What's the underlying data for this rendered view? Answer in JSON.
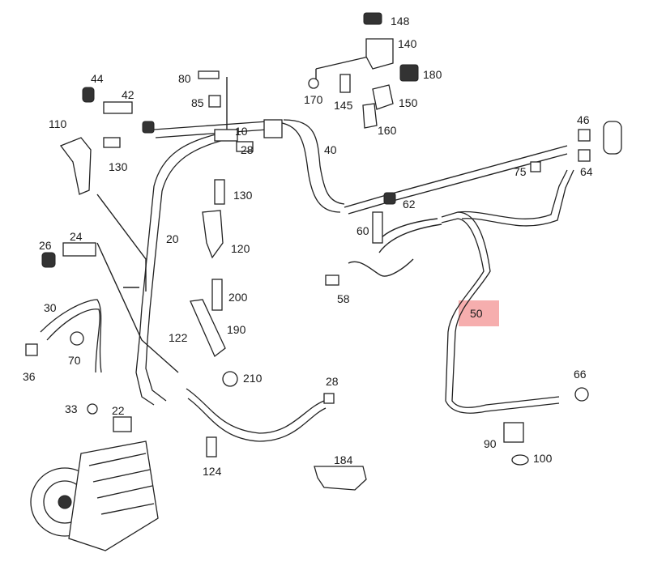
{
  "labels": {
    "l148": "148",
    "l140": "140",
    "l180": "180",
    "l170": "170",
    "l145": "145",
    "l150": "150",
    "l160": "160",
    "l80": "80",
    "l85": "85",
    "l44": "44",
    "l42": "42",
    "l110": "110",
    "l130a": "130",
    "l10": "10",
    "l28a": "28",
    "l40": "40",
    "l46": "46",
    "l75": "75",
    "l64": "64",
    "l130b": "130",
    "l62": "62",
    "l60": "60",
    "l26": "26",
    "l24": "24",
    "l20": "20",
    "l120": "120",
    "l58": "58",
    "l200": "200",
    "l50": "50",
    "l30": "30",
    "l190": "190",
    "l122": "122",
    "l70": "70",
    "l36": "36",
    "l210": "210",
    "l28b": "28",
    "l66": "66",
    "l33": "33",
    "l22": "22",
    "l90": "90",
    "l100": "100",
    "l184": "184",
    "l124": "124"
  },
  "highlight": {
    "part": "50",
    "color": "#f4a0a0"
  }
}
